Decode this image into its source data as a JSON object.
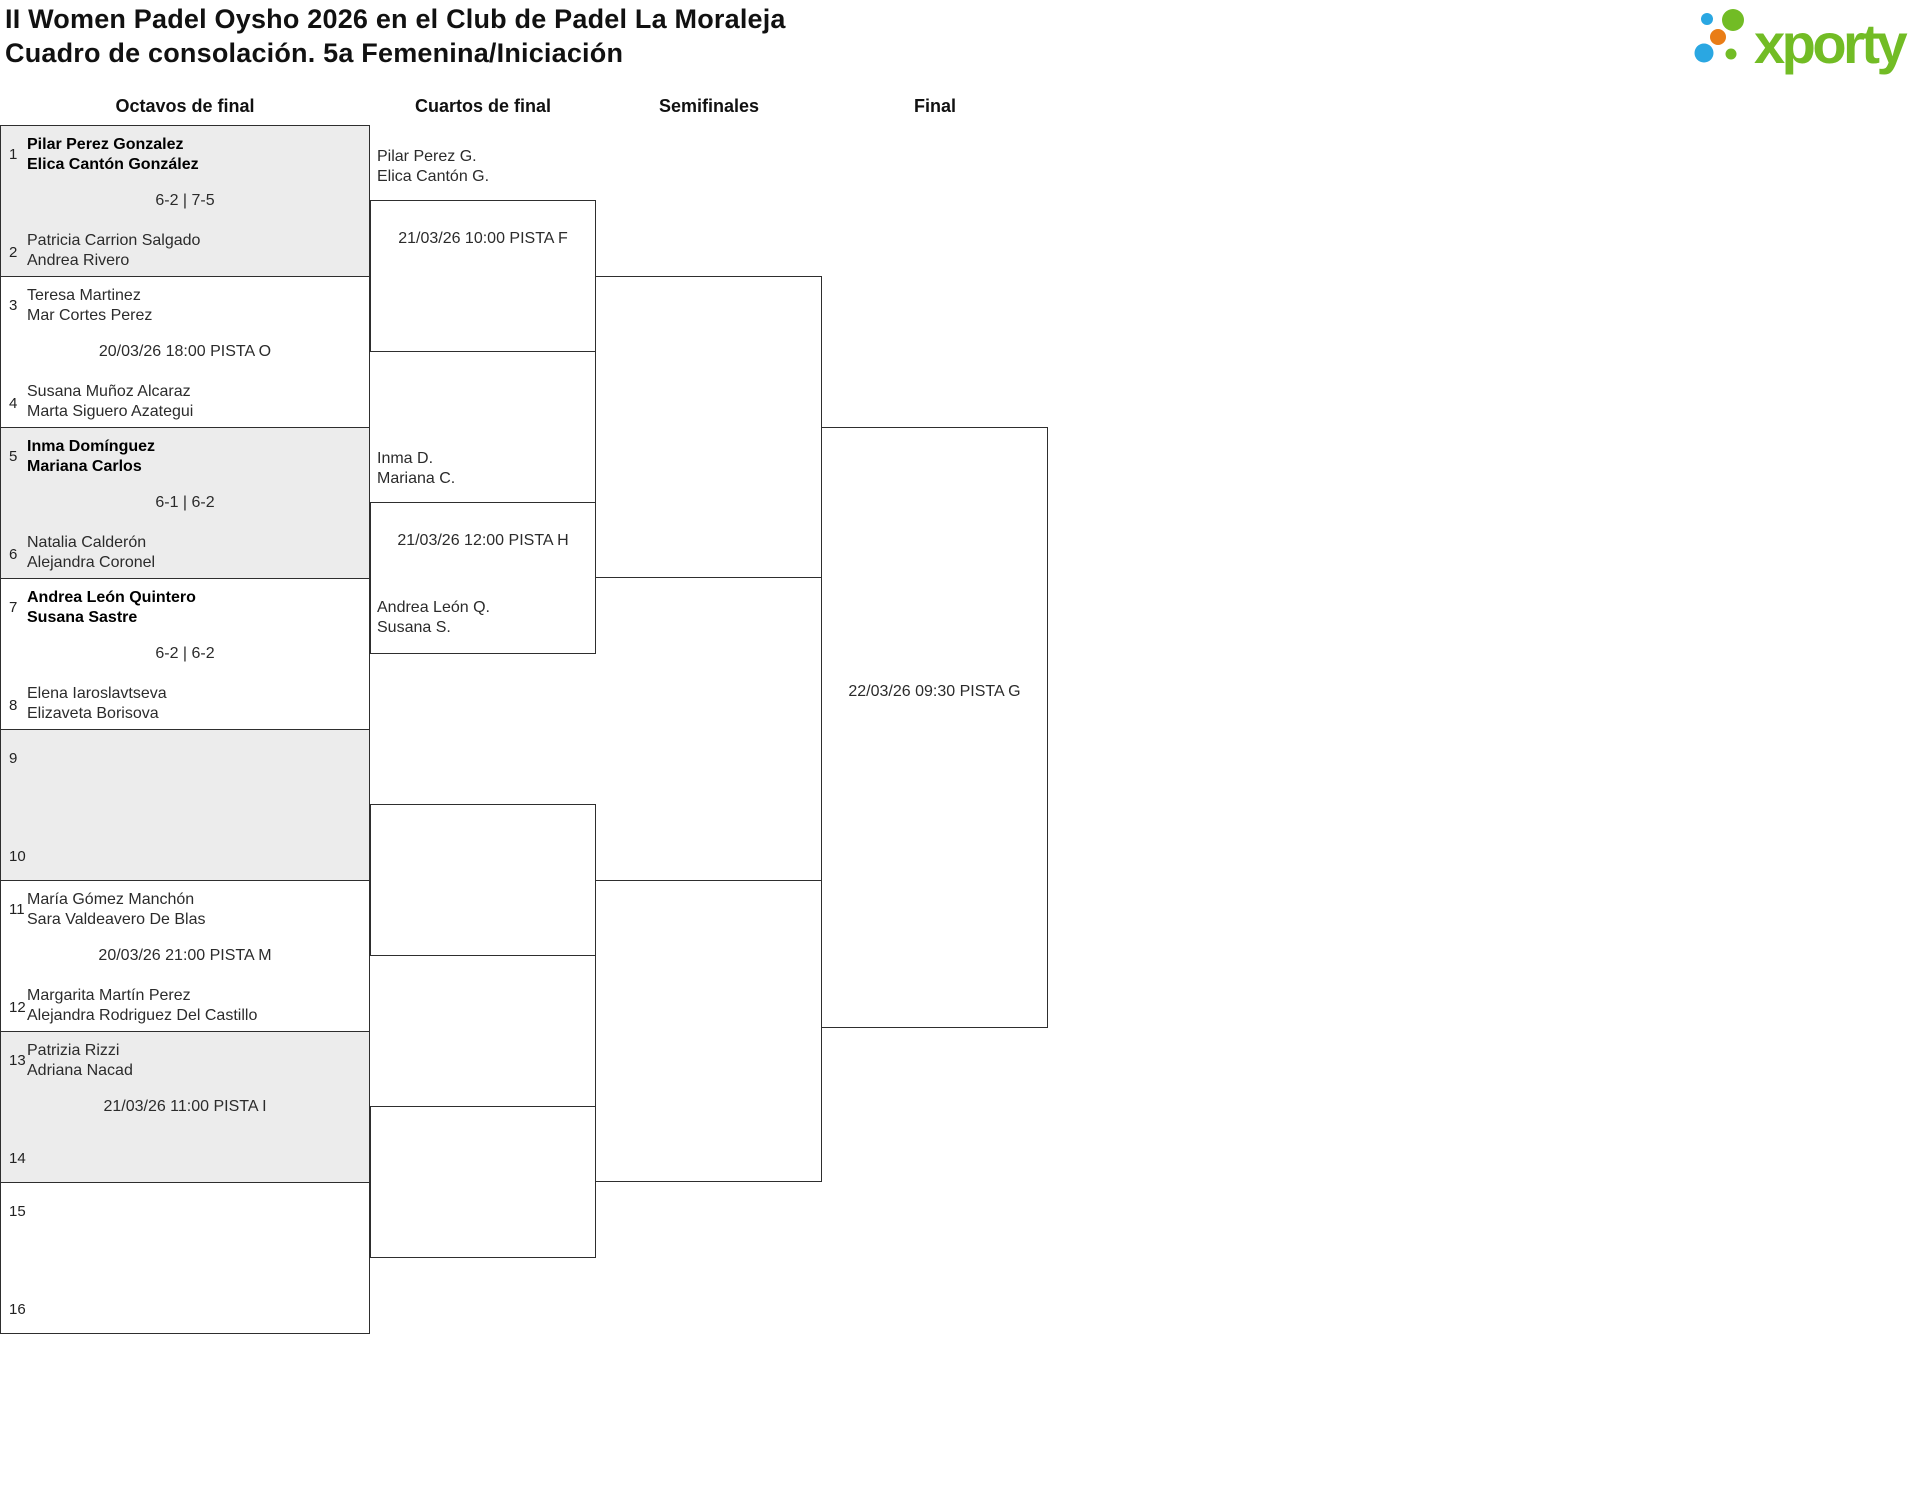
{
  "header": {
    "title_line1": "II Women Padel Oysho 2026 en el Club de Padel La Moraleja",
    "title_line2": "Cuadro de consolación. 5a Femenina/Iniciación"
  },
  "logo": {
    "text": "xporty",
    "colors": {
      "green": "#72bc25",
      "blue": "#2aa7e2",
      "orange": "#e97d16"
    }
  },
  "rounds": [
    "Octavos de final",
    "Cuartos de final",
    "Semifinales",
    "Final"
  ],
  "octavos": [
    {
      "num_top": "1",
      "num_bottom": "2",
      "top": [
        "Pilar Perez Gonzalez",
        "Elica Cantón González"
      ],
      "center": "6-2 | 7-5",
      "bottom": [
        "Patricia Carrion Salgado",
        "Andrea Rivero"
      ]
    },
    {
      "num_top": "3",
      "num_bottom": "4",
      "top": [
        "Teresa Martinez",
        "Mar Cortes Perez"
      ],
      "center": "20/03/26 18:00 PISTA O",
      "bottom": [
        "Susana Muñoz Alcaraz",
        "Marta Siguero Azategui"
      ]
    },
    {
      "num_top": "5",
      "num_bottom": "6",
      "top": [
        "Inma Domínguez",
        "Mariana Carlos"
      ],
      "center": "6-1 | 6-2",
      "bottom": [
        "Natalia Calderón",
        "Alejandra Coronel"
      ]
    },
    {
      "num_top": "7",
      "num_bottom": "8",
      "top": [
        "Andrea León Quintero",
        "Susana Sastre"
      ],
      "center": "6-2 | 6-2",
      "bottom": [
        "Elena Iaroslavtseva",
        "Elizaveta Borisova"
      ]
    },
    {
      "num_top": "9",
      "num_bottom": "10",
      "top": [
        "",
        ""
      ],
      "center": "",
      "bottom": [
        "",
        ""
      ]
    },
    {
      "num_top": "11",
      "num_bottom": "12",
      "top": [
        "María Gómez Manchón",
        "Sara Valdeavero De Blas"
      ],
      "center": "20/03/26 21:00 PISTA M",
      "bottom": [
        "Margarita Martín Perez",
        "Alejandra Rodriguez Del Castillo"
      ]
    },
    {
      "num_top": "13",
      "num_bottom": "14",
      "top": [
        "Patrizia Rizzi",
        "Adriana Nacad"
      ],
      "center": "21/03/26 11:00 PISTA I",
      "bottom": [
        "",
        ""
      ]
    },
    {
      "num_top": "15",
      "num_bottom": "16",
      "top": [
        "",
        ""
      ],
      "center": "",
      "bottom": [
        "",
        ""
      ]
    }
  ],
  "cuartos": [
    {
      "top_team": [
        "Pilar Perez G.",
        "Elica Cantón G."
      ],
      "schedule": "21/03/26 10:00 PISTA F",
      "bottom_team": [
        "",
        ""
      ]
    },
    {
      "top_team": [
        "Inma D.",
        "Mariana C."
      ],
      "schedule": "21/03/26 12:00 PISTA H",
      "bottom_team": [
        "Andrea León Q.",
        "Susana S."
      ]
    },
    {
      "top_team": [
        "",
        ""
      ],
      "schedule": "",
      "bottom_team": [
        "",
        ""
      ]
    },
    {
      "top_team": [
        "",
        ""
      ],
      "schedule": "",
      "bottom_team": [
        "",
        ""
      ]
    }
  ],
  "final": {
    "schedule": "22/03/26 09:30 PISTA G"
  }
}
